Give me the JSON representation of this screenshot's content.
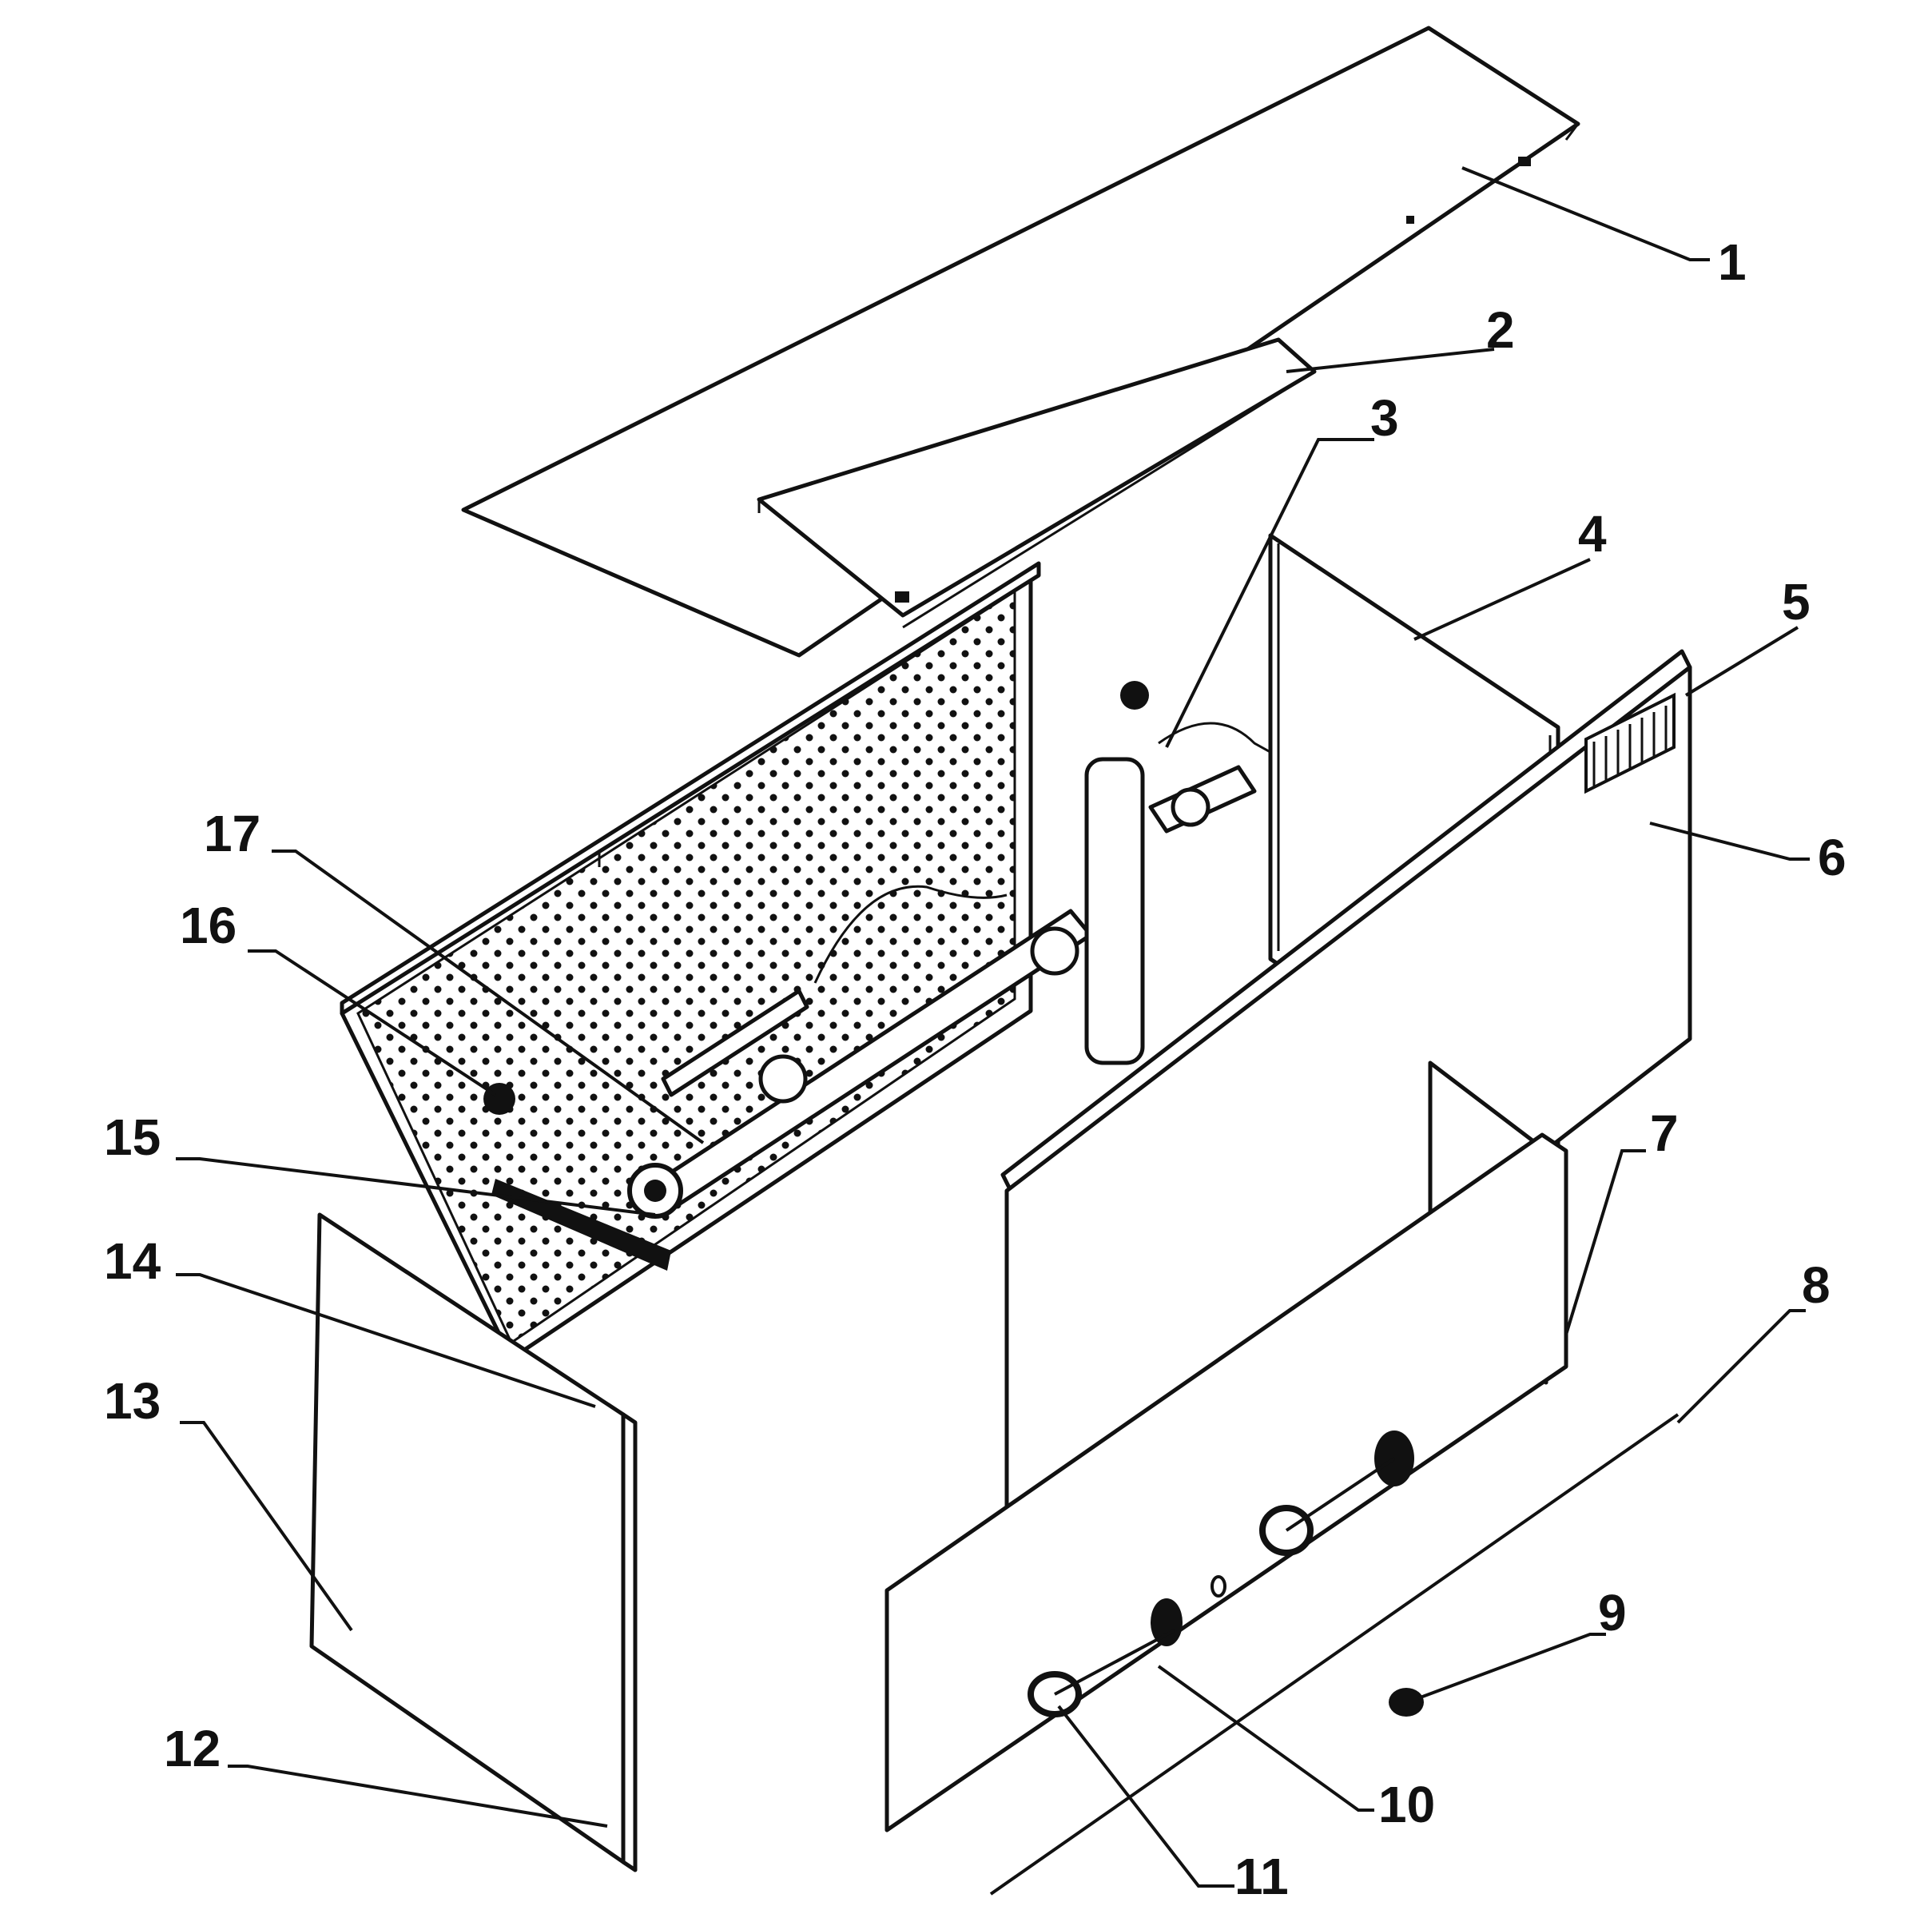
{
  "parts": [
    {
      "number": "1"
    },
    {
      "number": "2"
    },
    {
      "number": "3"
    },
    {
      "number": "4"
    },
    {
      "number": "5"
    },
    {
      "number": "6"
    },
    {
      "number": "7"
    },
    {
      "number": "8"
    },
    {
      "number": "9"
    },
    {
      "number": "10"
    },
    {
      "number": "11"
    },
    {
      "number": "12"
    },
    {
      "number": "13"
    },
    {
      "number": "14"
    },
    {
      "number": "15"
    },
    {
      "number": "16"
    },
    {
      "number": "17"
    }
  ]
}
